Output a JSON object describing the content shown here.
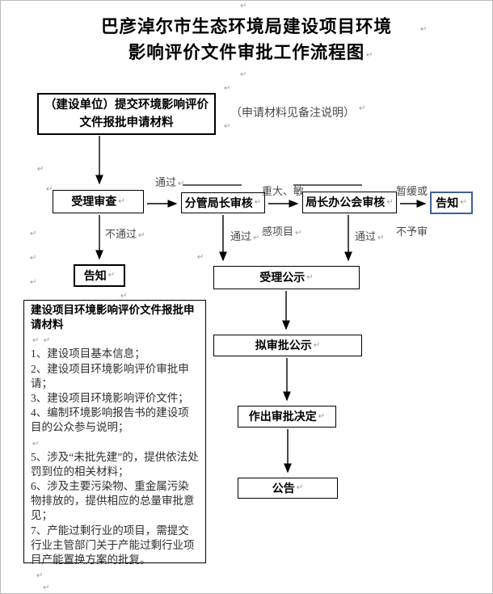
{
  "title": {
    "line1": "巴彦淖尔市生态环境局建设项目环境",
    "line2": "影响评价文件审批工作流程图"
  },
  "flow": {
    "submit": "（建设单位）提交环境影响评价文件报批申请材料",
    "side_note": "（申请材料见备注说明）",
    "accept_review": "受理审查",
    "deputy_review": "分管局长审核",
    "director_review": "局长办公会审核",
    "notify_right": "告知",
    "notify_left": "告知",
    "acceptance_publicity": "受理公示",
    "proposed_publicity": "拟审批公示",
    "decision": "作出审批决定",
    "announcement": "公告"
  },
  "labels": {
    "pass": "通过",
    "fail": "不通过",
    "major_line1": "重大、敏",
    "major_line2": "感项目",
    "defer_line1": "暂缓或",
    "defer_line2": "不予审"
  },
  "notes": {
    "title": "建设项目环境影响评价文件报批申请材料",
    "items": [
      "1、建设项目基本信息；",
      "2、建设项目环境影响评价审批申请；",
      "3、建设项目环境影响评价文件；",
      "4、编制环境影响报告书的建设项目的公众参与说明；",
      "5、涉及“未批先建”的，提供依法处罚到位的相关材料；",
      "6、涉及主要污染物、重金属污染物排放的，提供相应的总量审批意见；",
      "7、产能过剩行业的项目，需提交行业主管部门关于产能过剩行业项目产能置换方案的批复。"
    ]
  },
  "marks": {
    "pilcrow": "↵"
  },
  "colors": {
    "notify_border": "#41609b",
    "flow_line": "#000000",
    "muted_text": "#4a4a4a"
  }
}
